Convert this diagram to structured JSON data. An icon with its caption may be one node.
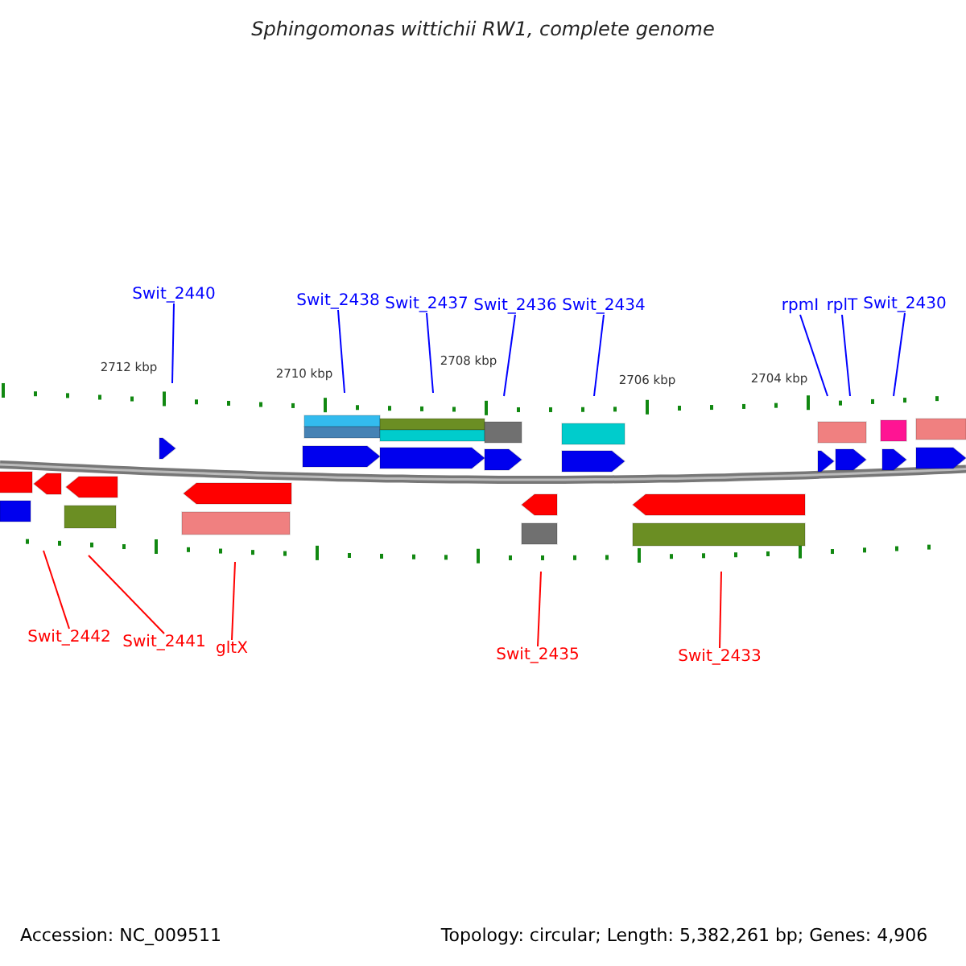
{
  "diagram": {
    "title": "Sphingomonas wittichii RW1, complete genome",
    "nodes": [
      {
        "text": [
          "Swit_2440"
        ]
      },
      {
        "text": [
          "Swit_2438"
        ]
      },
      {
        "text": [
          "Swit_2437"
        ]
      },
      {
        "text": [
          "Swit_2436"
        ]
      },
      {
        "text": [
          "Swit_2434"
        ]
      },
      {
        "text": [
          "rpmI"
        ]
      },
      {
        "text": [
          "rplT"
        ]
      },
      {
        "text": [
          "Swit_2430"
        ]
      },
      {
        "text": [
          "Swit_2442"
        ]
      },
      {
        "text": [
          "Swit_2441"
        ]
      },
      {
        "text": [
          "gltX"
        ]
      },
      {
        "text": [
          "Swit_2435"
        ]
      },
      {
        "text": [
          "Swit_2433"
        ]
      }
    ],
    "edges": [
      {
        "from": 0,
        "to": null,
        "arrow": "none"
      },
      {
        "from": 1,
        "to": null,
        "arrow": "none"
      },
      {
        "from": 2,
        "to": null,
        "arrow": "none"
      },
      {
        "from": 3,
        "to": null,
        "arrow": "none"
      },
      {
        "from": 4,
        "to": null,
        "arrow": "none"
      },
      {
        "from": 5,
        "to": null,
        "arrow": "none"
      },
      {
        "from": 6,
        "to": null,
        "arrow": "none"
      },
      {
        "from": 7,
        "to": null,
        "arrow": "none"
      },
      {
        "from": 8,
        "to": null,
        "arrow": "none",
        "color": "#ff0000"
      },
      {
        "from": 9,
        "to": null,
        "arrow": "none",
        "color": "#ff0000"
      },
      {
        "from": 10,
        "to": null,
        "arrow": "none",
        "color": "#ff0000"
      },
      {
        "from": 11,
        "to": null,
        "arrow": "none",
        "color": "#ff0000"
      },
      {
        "from": 12,
        "to": null,
        "arrow": "none",
        "color": "#ff0000"
      }
    ],
    "labels": [
      "2712 kbp",
      "2710 kbp",
      "2708 kbp",
      "2706 kbp",
      "2704 kbp",
      "Accession: NC_009511",
      "Topology: circular; Length: 5,382,261 bp; Genes: 4,906"
    ]
  }
}
